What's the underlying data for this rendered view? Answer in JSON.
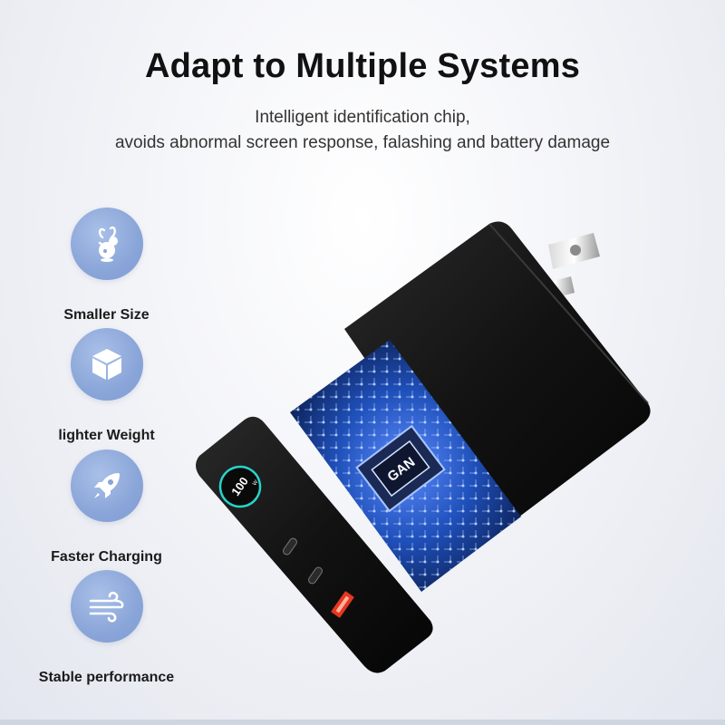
{
  "header": {
    "title": "Adapt to Multiple Systems",
    "subtitle_line1": "Intelligent identification chip,",
    "subtitle_line2": "avoids abnormal screen response, falashing and battery damage"
  },
  "features": [
    {
      "label": "Smaller Size",
      "icon": "bunny-icon"
    },
    {
      "label": "lighter Weight",
      "icon": "cube-icon"
    },
    {
      "label": "Faster Charging",
      "icon": "rocket-icon"
    },
    {
      "label": "Stable performance",
      "icon": "wind-icon"
    }
  ],
  "product": {
    "chip_label": "GAN",
    "display_value": "100",
    "display_unit": "W"
  },
  "colors": {
    "icon_circle": "#8aa5d8",
    "charger_body": "#141414",
    "circuit_blue": "#2a63d8"
  }
}
